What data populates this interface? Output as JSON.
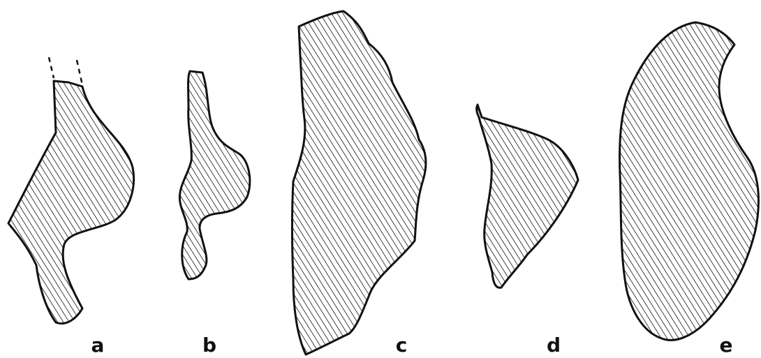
{
  "figure": {
    "panels": [
      {
        "id": "a",
        "label": "a"
      },
      {
        "id": "b",
        "label": "b"
      },
      {
        "id": "c",
        "label": "c"
      },
      {
        "id": "d",
        "label": "d"
      },
      {
        "id": "e",
        "label": "e"
      }
    ],
    "colors": {
      "ink": "#111111",
      "background": "#ffffff"
    }
  }
}
